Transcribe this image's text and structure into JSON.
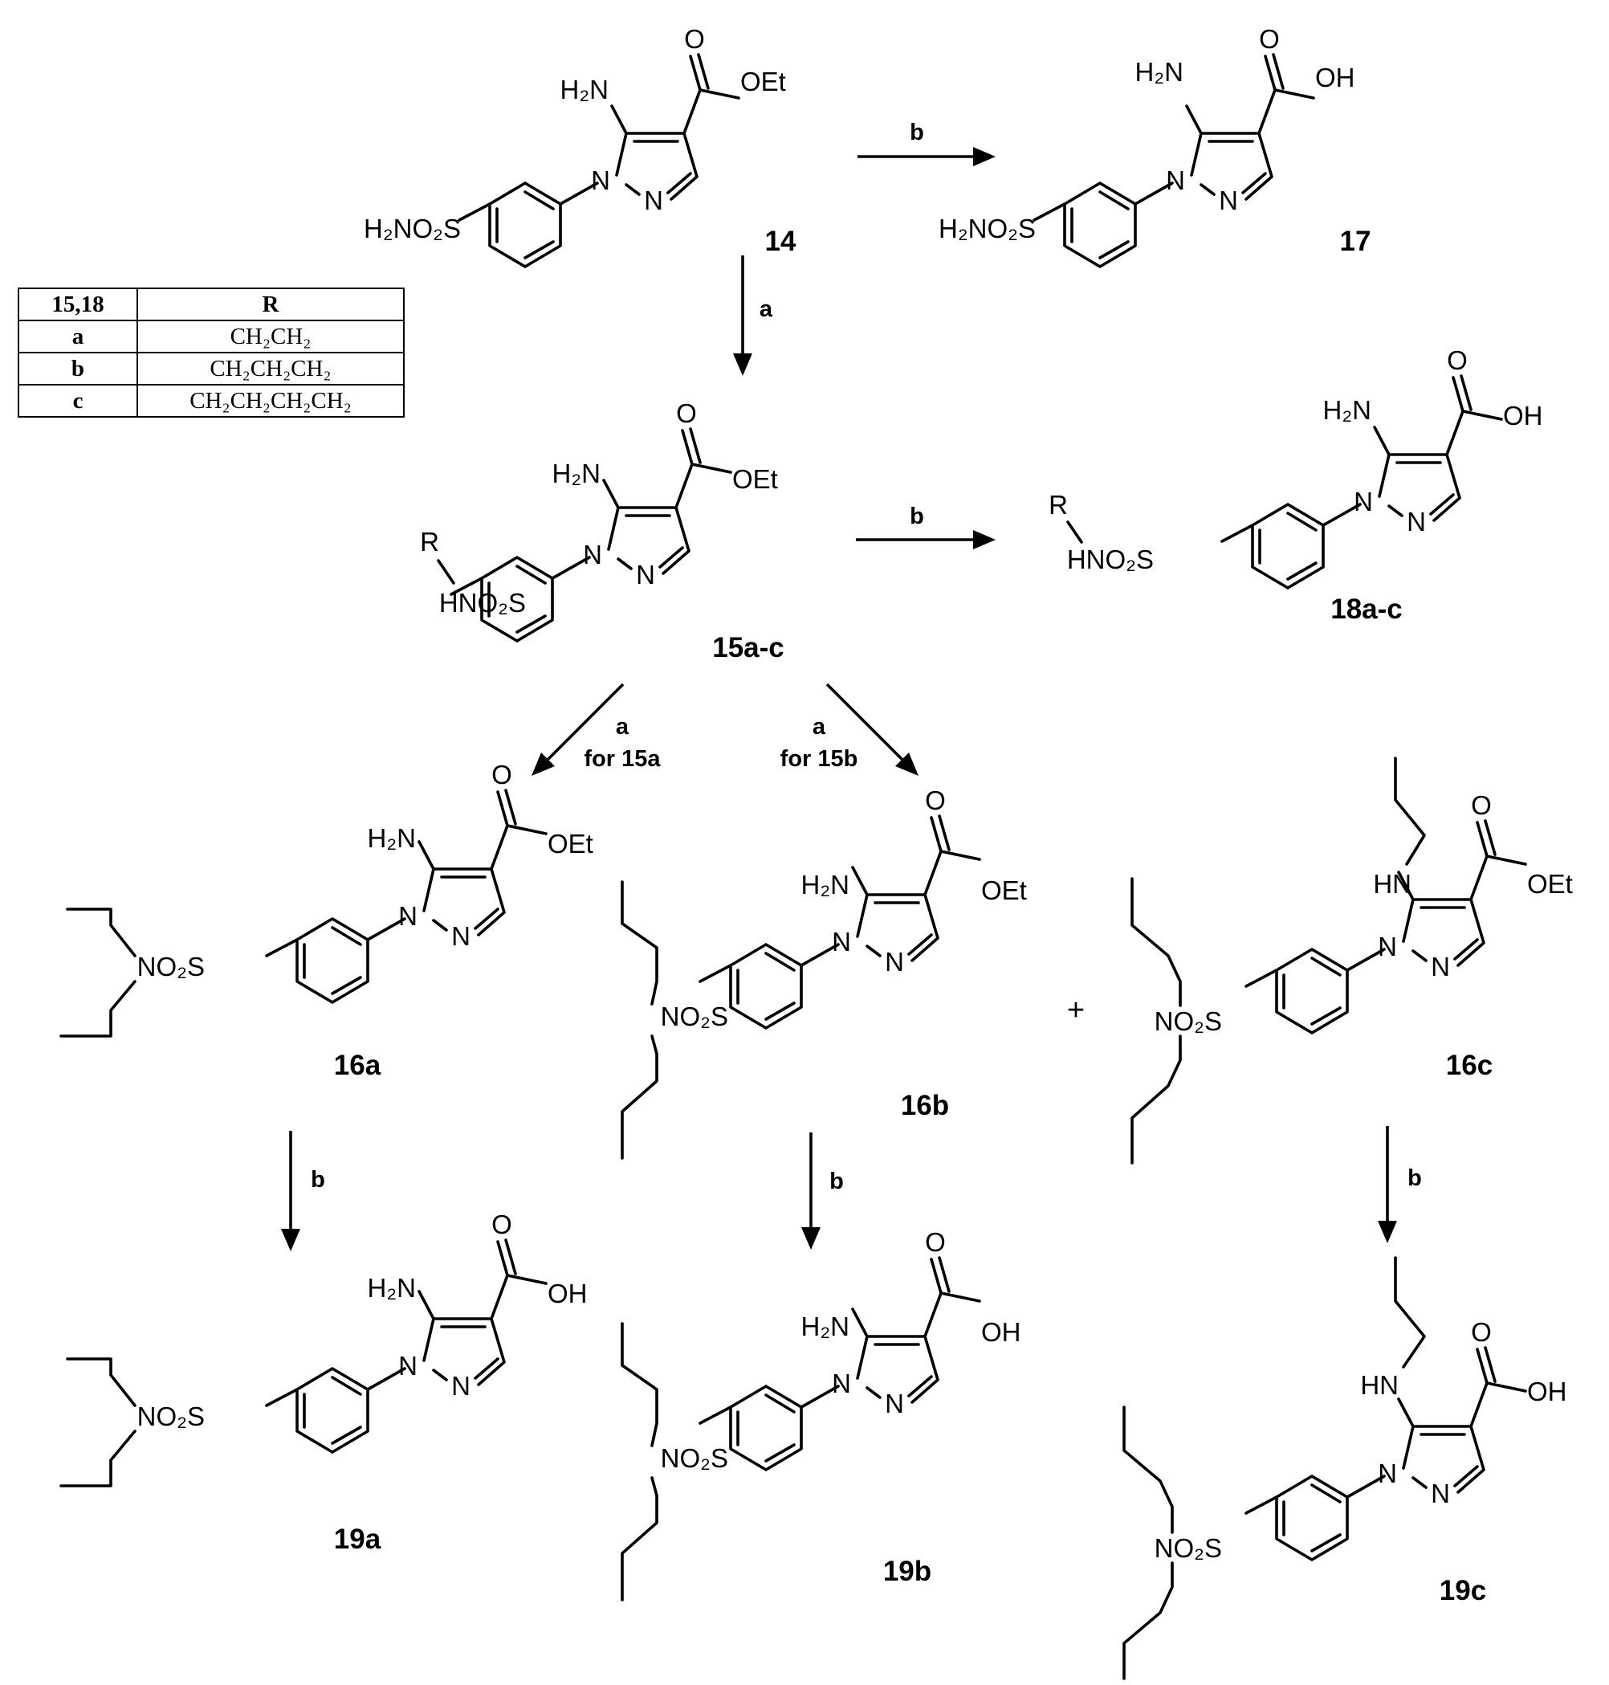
{
  "atoms": {
    "nh2": "H₂N",
    "hn": "HN",
    "cooet_o": "O",
    "oet": "OEt",
    "oh": "OH",
    "n1": "N",
    "n2": "N",
    "so2nh2": "H₂NO₂S",
    "so2nhr": "HNO₂S",
    "so2nr2": "NO₂S",
    "r": "R"
  },
  "compounds": [
    "14",
    "17",
    "15a-c",
    "18a-c",
    "16a",
    "16b",
    "16c",
    "19a",
    "19b",
    "19c"
  ],
  "reagents": {
    "a": "a",
    "b": "b",
    "for_15a": "for 15a",
    "for_15b": "for 15b",
    "plus": "+"
  },
  "r_table": {
    "header": [
      "15,18",
      "R"
    ],
    "rows": [
      [
        "a",
        "CH₂CH₂"
      ],
      [
        "b",
        "CH₂CH₂CH₂"
      ],
      [
        "c",
        "CH₂CH₂CH₂CH₂"
      ]
    ]
  }
}
